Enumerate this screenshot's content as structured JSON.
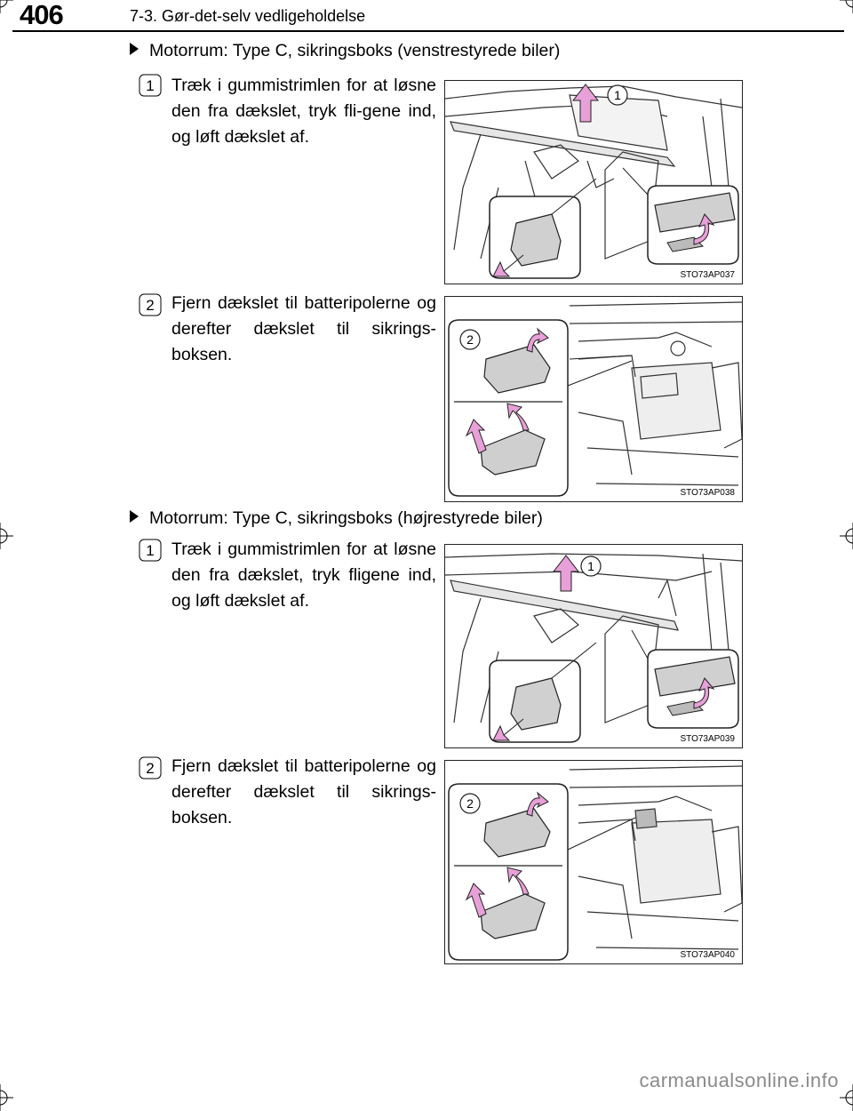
{
  "header": {
    "page_number": "406",
    "chapter_title": "7-3. Gør-det-selv vedligeholdelse"
  },
  "sections": [
    {
      "heading": "Motorrum: Type C, sikringsboks (venstrestyrede biler)",
      "steps": [
        {
          "number": "1",
          "text": "Træk i gummistrimlen for at løsne den fra dækslet, tryk fli-gene ind, og løft dækslet af.",
          "figure_code": "STO73AP037",
          "callout": "1"
        },
        {
          "number": "2",
          "text": "Fjern dækslet til batteripolerne og derefter dækslet til sikrings-boksen.",
          "figure_code": "STO73AP038",
          "callout": "2"
        }
      ]
    },
    {
      "heading": "Motorrum: Type C, sikringsboks (højrestyrede biler)",
      "steps": [
        {
          "number": "1",
          "text": "Træk i gummistrimlen for at løsne den fra dækslet, tryk fligene ind, og løft dækslet af.",
          "figure_code": "STO73AP039",
          "callout": "1"
        },
        {
          "number": "2",
          "text": "Fjern dækslet til batteripolerne og derefter dækslet til sikrings-boksen.",
          "figure_code": "STO73AP040",
          "callout": "2"
        }
      ]
    }
  ],
  "footer": {
    "watermark": "carmanualsonline.info"
  },
  "colors": {
    "arrow_fill": "#e7a0d8",
    "line": "#222222"
  }
}
